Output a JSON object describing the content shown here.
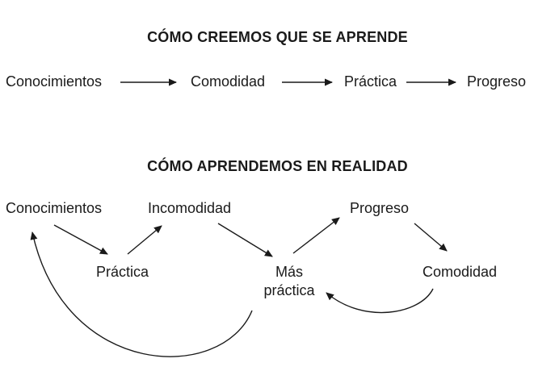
{
  "top": {
    "title": "CÓMO CREEMOS QUE SE APRENDE",
    "steps": [
      "Conocimientos",
      "Comodidad",
      "Práctica",
      "Progreso"
    ]
  },
  "bottom": {
    "title": "CÓMO APRENDEMOS EN REALIDAD",
    "nodes": {
      "conocimientos": "Conocimientos",
      "incomodidad": "Incomodidad",
      "practica": "Práctica",
      "mas_practica_line1": "Más",
      "mas_practica_line2": "práctica",
      "progreso": "Progreso",
      "comodidad": "Comodidad"
    }
  },
  "colors": {
    "text": "#1a1a1a",
    "arrow": "#1a1a1a",
    "background": "#ffffff"
  }
}
